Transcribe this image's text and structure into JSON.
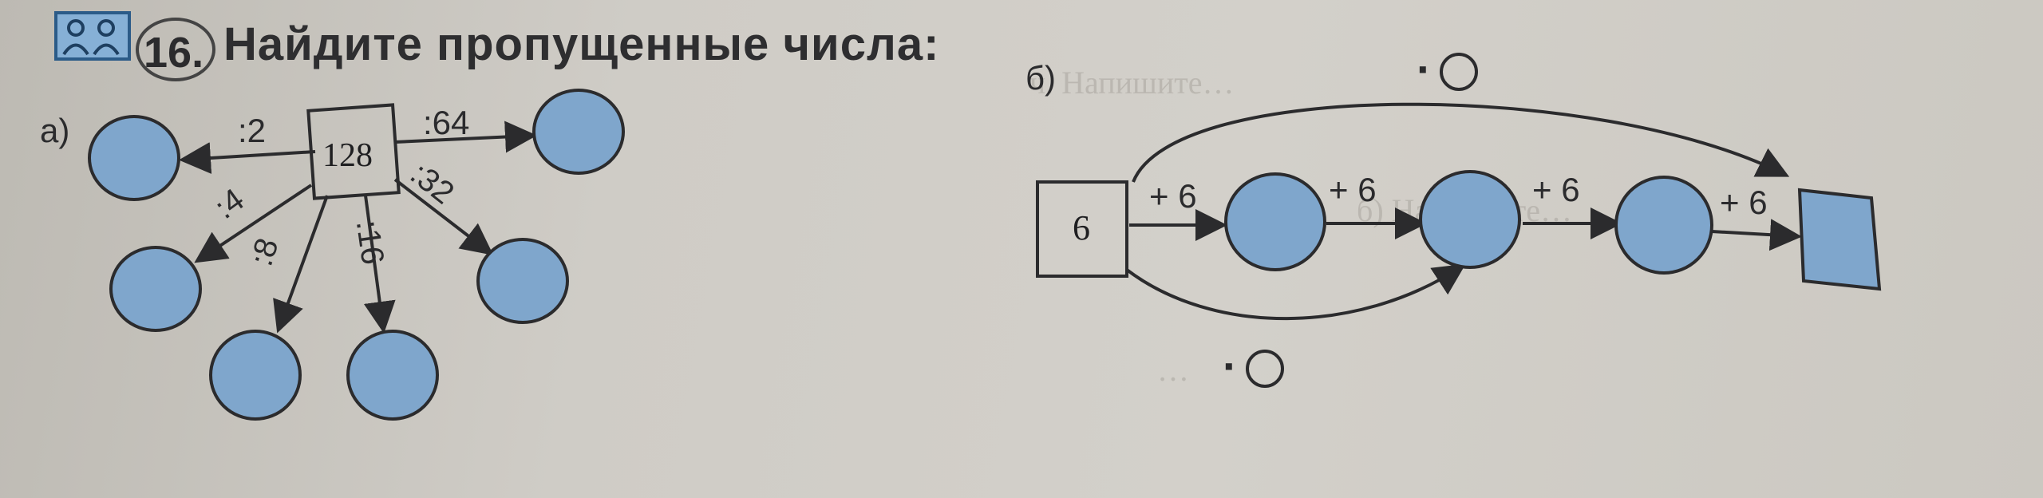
{
  "task": {
    "number": "16.",
    "title": "Найдите пропущенные числа:"
  },
  "part_a": {
    "label": "а)",
    "center_value": "128",
    "operations": [
      ":2",
      ":4",
      ":8",
      ":16",
      ":32",
      ":64"
    ]
  },
  "part_b": {
    "label": "б)",
    "start_value": "6",
    "step_ops": [
      "+ 6",
      "+ 6",
      "+ 6",
      "+ 6"
    ],
    "top_arc_op": "·",
    "bottom_arc_op": "·"
  },
  "colors": {
    "fill_blue": "#7fa6cc",
    "ink": "#2b2b2d"
  }
}
